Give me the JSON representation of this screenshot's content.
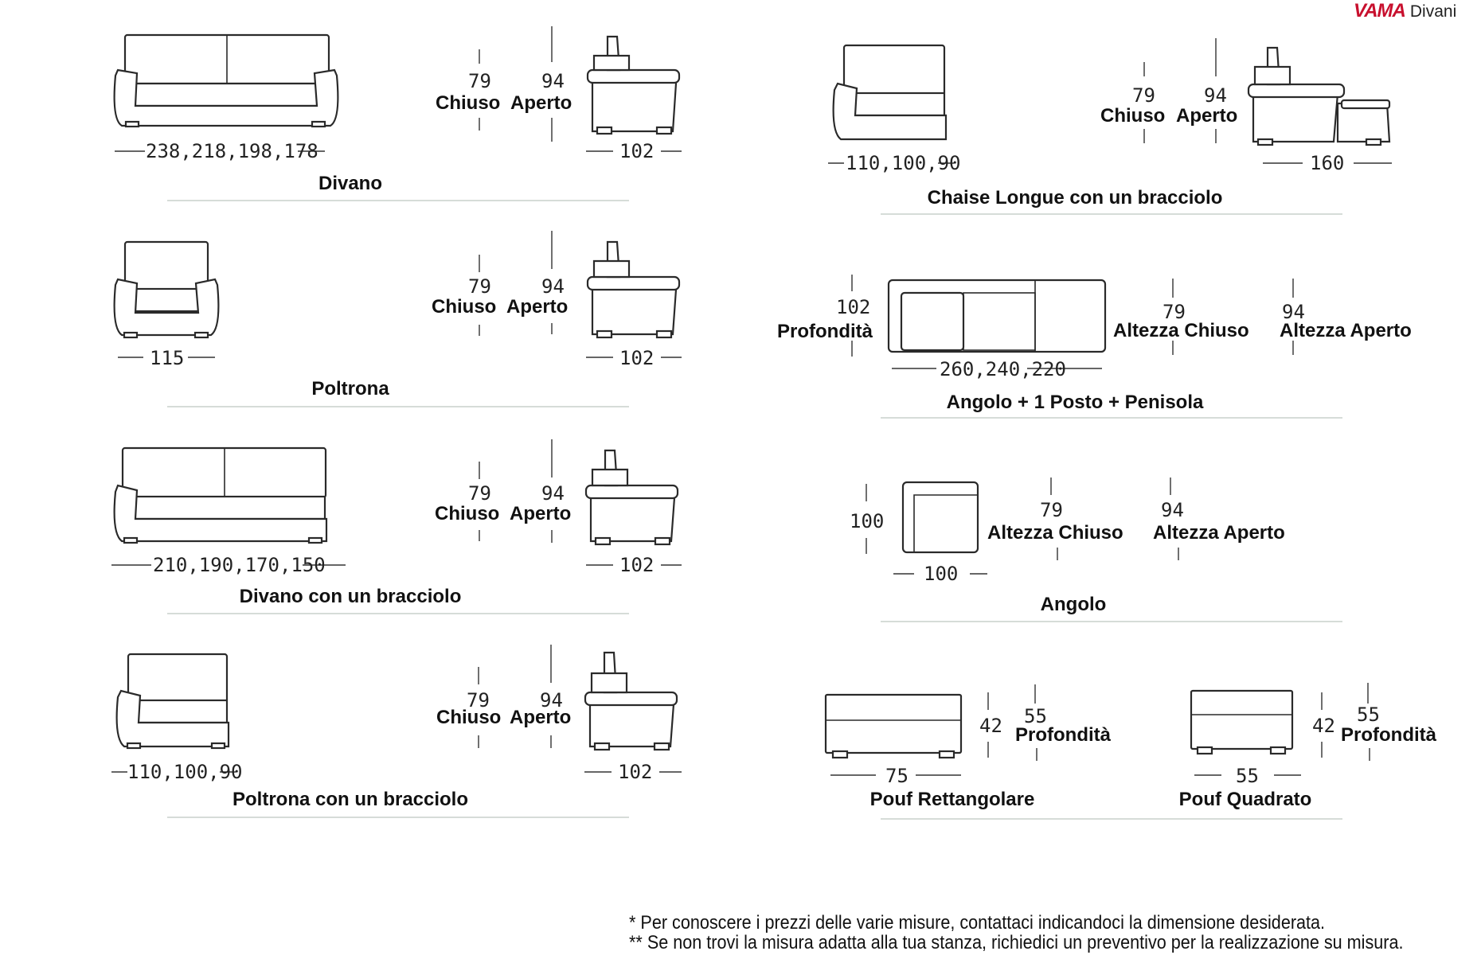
{
  "logo": {
    "brand": "VAMA",
    "suffix": "Divani"
  },
  "left": [
    {
      "title": "Divano",
      "width": "238,218,198,178",
      "h_closed": "79",
      "h_open": "94",
      "closed": "Chiuso",
      "open": "Aperto",
      "depth": "102"
    },
    {
      "title": "Poltrona",
      "width": "115",
      "h_closed": "79",
      "h_open": "94",
      "closed": "Chiuso",
      "open": "Aperto",
      "depth": "102"
    },
    {
      "title": "Divano con un bracciolo",
      "width": "210,190,170,150",
      "h_closed": "79",
      "h_open": "94",
      "closed": "Chiuso",
      "open": "Aperto",
      "depth": "102"
    },
    {
      "title": "Poltrona con un bracciolo",
      "width": "110,100,90",
      "h_closed": "79",
      "h_open": "94",
      "closed": "Chiuso",
      "open": "Aperto",
      "depth": "102"
    }
  ],
  "chaise": {
    "title": "Chaise Longue con un bracciolo",
    "width": "110,100,90",
    "h_closed": "79",
    "h_open": "94",
    "closed": "Chiuso",
    "open": "Aperto",
    "depth": "160"
  },
  "angolo_penisola": {
    "title": "Angolo + 1 Posto + Penisola",
    "depth_val": "102",
    "depth_lbl": "Profondità",
    "width": "260,240,220",
    "h_closed": "79",
    "h_closed_lbl": "Altezza Chiuso",
    "h_open": "94",
    "h_open_lbl": "Altezza Aperto"
  },
  "angolo": {
    "title": "Angolo",
    "depth_val": "100",
    "width": "100",
    "h_closed": "79",
    "h_closed_lbl": "Altezza Chiuso",
    "h_open": "94",
    "h_open_lbl": "Altezza Aperto"
  },
  "pouf_rett": {
    "title": "Pouf Rettangolare",
    "width": "75",
    "height": "42",
    "depth": "55",
    "depth_lbl": "Profondità"
  },
  "pouf_quad": {
    "title": "Pouf Quadrato",
    "width": "55",
    "height": "42",
    "depth": "55",
    "depth_lbl": "Profondità"
  },
  "notes": [
    "* Per conoscere i prezzi delle varie misure, contattaci indicandoci la dimensione desiderata.",
    "** Se non trovi la misura adatta alla tua stanza, richiedici un preventivo per la realizzazione su misura."
  ]
}
